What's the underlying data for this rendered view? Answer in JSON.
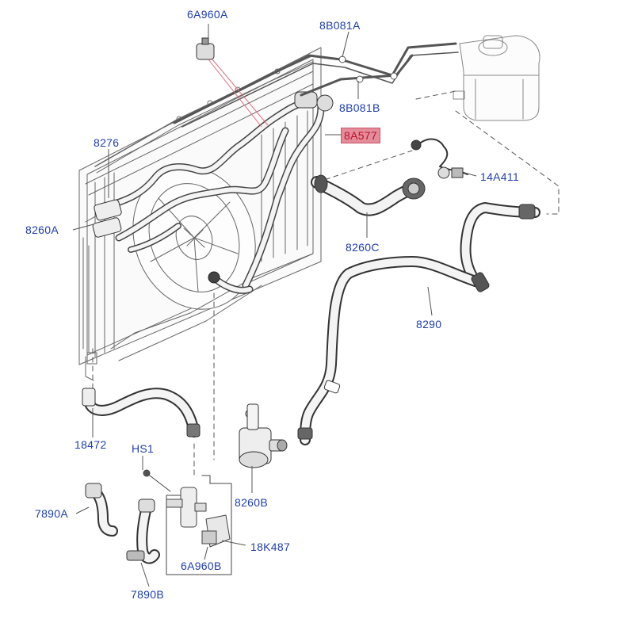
{
  "diagram": {
    "colors": {
      "label": "#1f3ea8",
      "highlight_bg": "#e58c9a",
      "highlight_text": "#b5122b",
      "line": "#555555",
      "leader": "#e0707f"
    },
    "parts": {
      "p6A960A": "6A960A",
      "p8B081A": "8B081A",
      "p8B081B": "8B081B",
      "p8A577": "8A577",
      "p8276": "8276",
      "p14A411": "14A411",
      "p8260A": "8260A",
      "p8260C": "8260C",
      "p8290": "8290",
      "p18472": "18472",
      "pHS1": "HS1",
      "p7890A": "7890A",
      "p8260B": "8260B",
      "p18K487": "18K487",
      "p6A960B": "6A960B",
      "p7890B": "7890B"
    },
    "highlighted_part": "8A577"
  }
}
